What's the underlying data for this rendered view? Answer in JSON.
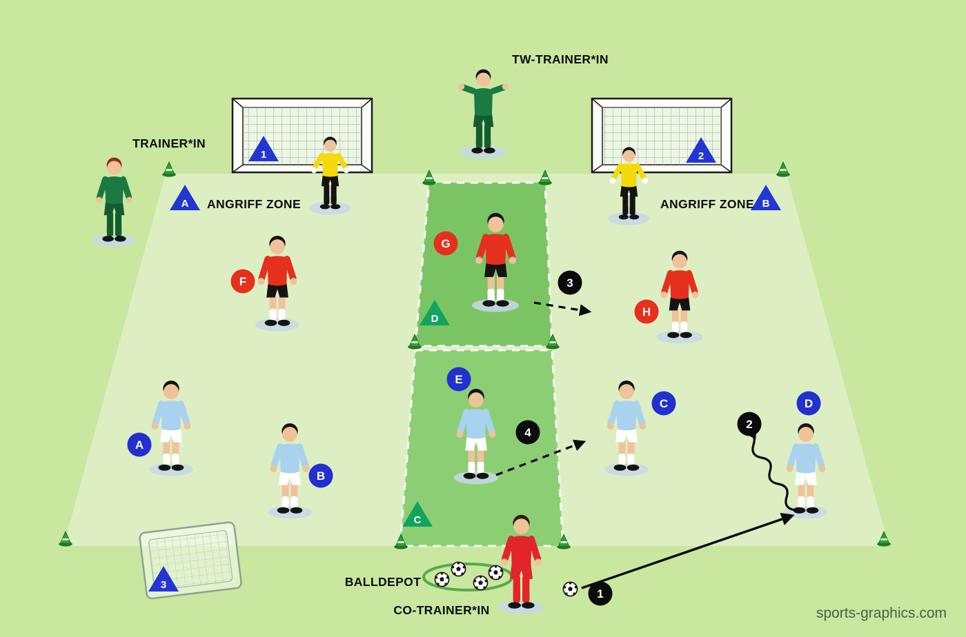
{
  "scene": {
    "background": "#c9e79f",
    "field_fill": "#ddeec3",
    "zone_fill_top": "#7bc464",
    "zone_fill_bottom": "#8cce74",
    "watermark": "sports-graphics.com"
  },
  "labels": {
    "tw_trainer": "TW-TRAINER*IN",
    "trainer": "TRAINER*IN",
    "co_trainer": "CO-TRAINER*IN",
    "balldepot": "BALLDEPOT",
    "angriff_zone_left": "ANGRIFF ZONE",
    "angriff_zone_right": "ANGRIFF ZONE"
  },
  "goal_markers": [
    {
      "label": "1",
      "color": "#2336d4"
    },
    {
      "label": "2",
      "color": "#2336d4"
    },
    {
      "label": "3",
      "color": "#2336d4"
    }
  ],
  "zone_markers": {
    "left": {
      "label": "A",
      "color": "#2336d4"
    },
    "right": {
      "label": "B",
      "color": "#2336d4"
    },
    "middle_top": {
      "label": "D",
      "color": "#12a45e"
    },
    "middle_bottom": {
      "label": "C",
      "color": "#12a45e"
    }
  },
  "player_markers": [
    {
      "label": "A",
      "color": "#2130cf"
    },
    {
      "label": "B",
      "color": "#2130cf"
    },
    {
      "label": "C",
      "color": "#2130cf"
    },
    {
      "label": "D",
      "color": "#2130cf"
    },
    {
      "label": "E",
      "color": "#2130cf"
    },
    {
      "label": "F",
      "color": "#e5301d"
    },
    {
      "label": "G",
      "color": "#e5301d"
    },
    {
      "label": "H",
      "color": "#e5301d"
    }
  ],
  "step_markers": [
    {
      "label": "1",
      "color": "#0b0b0b"
    },
    {
      "label": "2",
      "color": "#0b0b0b"
    },
    {
      "label": "3",
      "color": "#0b0b0b"
    },
    {
      "label": "4",
      "color": "#0b0b0b"
    }
  ],
  "figures": [
    {
      "name": "trainer-icon",
      "colors": {
        "hair": "#8a2f1c",
        "skin": "#f0c29a",
        "hands": "#f0c29a",
        "shirt": "#1b7a41",
        "shorts": "#135c32",
        "legs": "#135c32",
        "socks": "#135c32",
        "shoes": "#141414"
      }
    },
    {
      "name": "tw-trainer-icon",
      "colors": {
        "hair": "#141414",
        "skin": "#f0c29a",
        "hands": "#f0c29a",
        "shirt": "#1b7a41",
        "shorts": "#135c32",
        "legs": "#135c32",
        "socks": "#135c32",
        "shoes": "#141414"
      }
    },
    {
      "name": "goalkeeper-left-icon",
      "colors": {
        "hair": "#141414",
        "skin": "#f0c29a",
        "hands": "#ffffff",
        "shirt": "#f4d90b",
        "shorts": "#141414",
        "legs": "#141414",
        "socks": "#141414",
        "shoes": "#141414"
      }
    },
    {
      "name": "goalkeeper-right-icon",
      "colors": {
        "hair": "#141414",
        "skin": "#f0c29a",
        "hands": "#ffffff",
        "shirt": "#f4d90b",
        "shorts": "#141414",
        "legs": "#141414",
        "socks": "#141414",
        "shoes": "#141414"
      }
    },
    {
      "name": "player-f-icon",
      "colors": {
        "hair": "#141414",
        "skin": "#f0c29a",
        "hands": "#f0c29a",
        "shirt": "#e5301d",
        "shorts": "#141414",
        "legs": "#f0c29a",
        "socks": "#ffffff",
        "shoes": "#141414"
      }
    },
    {
      "name": "player-g-icon",
      "colors": {
        "hair": "#141414",
        "skin": "#f0c29a",
        "hands": "#f0c29a",
        "shirt": "#e5301d",
        "shorts": "#141414",
        "legs": "#f0c29a",
        "socks": "#ffffff",
        "shoes": "#141414"
      }
    },
    {
      "name": "player-h-icon",
      "colors": {
        "hair": "#141414",
        "skin": "#f0c29a",
        "hands": "#f0c29a",
        "shirt": "#e5301d",
        "shorts": "#141414",
        "legs": "#f0c29a",
        "socks": "#ffffff",
        "shoes": "#141414"
      }
    },
    {
      "name": "player-a-icon",
      "colors": {
        "hair": "#141414",
        "skin": "#f0c29a",
        "hands": "#f0c29a",
        "shirt": "#a9d2ef",
        "shorts": "#ffffff",
        "legs": "#f0c29a",
        "socks": "#ffffff",
        "shoes": "#141414"
      }
    },
    {
      "name": "player-b-icon",
      "colors": {
        "hair": "#141414",
        "skin": "#f0c29a",
        "hands": "#f0c29a",
        "shirt": "#a9d2ef",
        "shorts": "#ffffff",
        "legs": "#f0c29a",
        "socks": "#ffffff",
        "shoes": "#141414"
      }
    },
    {
      "name": "player-c-icon",
      "colors": {
        "hair": "#141414",
        "skin": "#f0c29a",
        "hands": "#f0c29a",
        "shirt": "#a9d2ef",
        "shorts": "#ffffff",
        "legs": "#f0c29a",
        "socks": "#ffffff",
        "shoes": "#141414"
      }
    },
    {
      "name": "player-d-icon",
      "colors": {
        "hair": "#141414",
        "skin": "#f0c29a",
        "hands": "#f0c29a",
        "shirt": "#a9d2ef",
        "shorts": "#ffffff",
        "legs": "#f0c29a",
        "socks": "#ffffff",
        "shoes": "#141414"
      }
    },
    {
      "name": "player-e-icon",
      "colors": {
        "hair": "#141414",
        "skin": "#f0c29a",
        "hands": "#f0c29a",
        "shirt": "#a9d2ef",
        "shorts": "#ffffff",
        "legs": "#f0c29a",
        "socks": "#ffffff",
        "shoes": "#141414"
      }
    },
    {
      "name": "co-trainer-icon",
      "colors": {
        "hair": "#2e1c10",
        "skin": "#f0c29a",
        "hands": "#f0c29a",
        "shirt": "#e2242b",
        "shorts": "#e2242b",
        "legs": "#e2242b",
        "socks": "#e2242b",
        "shoes": "#141414"
      }
    }
  ]
}
